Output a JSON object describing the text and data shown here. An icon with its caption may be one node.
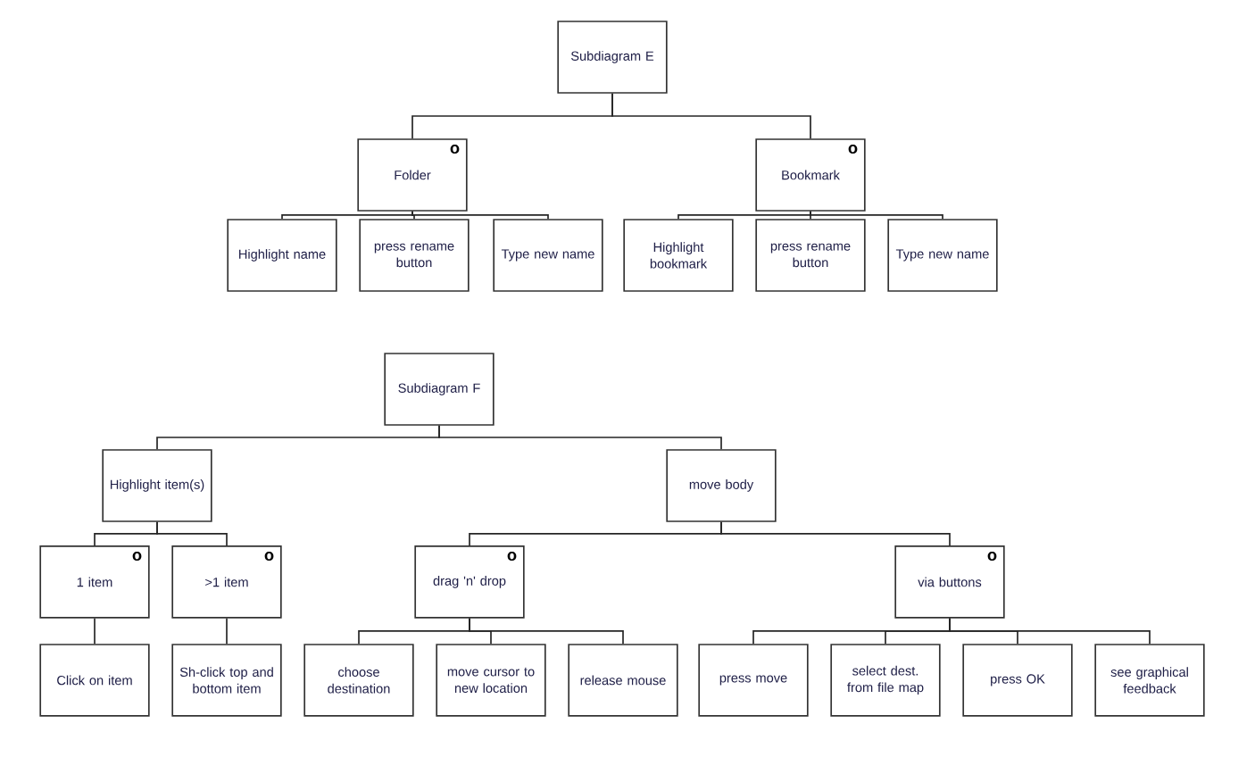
{
  "diagram": {
    "nodes": [
      {
        "text": [
          "Subdiagram E"
        ]
      },
      {
        "text": [
          "o",
          "Folder"
        ]
      },
      {
        "text": [
          "o",
          "Bookmark"
        ]
      },
      {
        "text": [
          "Highlight name"
        ]
      },
      {
        "text": [
          "press rename button"
        ]
      },
      {
        "text": [
          "Type new name"
        ]
      },
      {
        "text": [
          "Highlight bookmark"
        ]
      },
      {
        "text": [
          "press rename button"
        ]
      },
      {
        "text": [
          "Type new name"
        ]
      },
      {
        "text": [
          "Subdiagram F"
        ]
      },
      {
        "text": [
          "Highlight item(s)"
        ]
      },
      {
        "text": [
          "move body"
        ]
      },
      {
        "text": [
          "o",
          "1 item"
        ]
      },
      {
        "text": [
          "o",
          ">1 item"
        ]
      },
      {
        "text": [
          "o",
          "drag 'n' drop"
        ]
      },
      {
        "text": [
          "o",
          "via buttons"
        ]
      },
      {
        "text": [
          "Click on item"
        ]
      },
      {
        "text": [
          "Sh-click top and bottom item"
        ]
      },
      {
        "text": [
          "choose destination"
        ]
      },
      {
        "text": [
          "move cursor to new location"
        ]
      },
      {
        "text": [
          "release mouse"
        ]
      },
      {
        "text": [
          "press move"
        ]
      },
      {
        "text": [
          "select dest. from file map"
        ]
      },
      {
        "text": [
          "press OK"
        ]
      },
      {
        "text": [
          "see graphical feedback"
        ]
      }
    ],
    "edges": [
      {
        "from": 0,
        "to": 1,
        "arrow": "none"
      },
      {
        "from": 0,
        "to": 2,
        "arrow": "none"
      },
      {
        "from": 1,
        "to": 3,
        "arrow": "none"
      },
      {
        "from": 1,
        "to": 4,
        "arrow": "none"
      },
      {
        "from": 1,
        "to": 5,
        "arrow": "none"
      },
      {
        "from": 2,
        "to": 6,
        "arrow": "none"
      },
      {
        "from": 2,
        "to": 7,
        "arrow": "none"
      },
      {
        "from": 2,
        "to": 8,
        "arrow": "none"
      },
      {
        "from": 9,
        "to": 10,
        "arrow": "none"
      },
      {
        "from": 9,
        "to": 11,
        "arrow": "none"
      },
      {
        "from": 10,
        "to": 12,
        "arrow": "none"
      },
      {
        "from": 10,
        "to": 13,
        "arrow": "none"
      },
      {
        "from": 11,
        "to": 14,
        "arrow": "none"
      },
      {
        "from": 11,
        "to": 15,
        "arrow": "none"
      },
      {
        "from": 12,
        "to": 16,
        "arrow": "none"
      },
      {
        "from": 13,
        "to": 17,
        "arrow": "none"
      },
      {
        "from": 14,
        "to": 18,
        "arrow": "none"
      },
      {
        "from": 14,
        "to": 19,
        "arrow": "none"
      },
      {
        "from": 14,
        "to": 20,
        "arrow": "none"
      },
      {
        "from": 15,
        "to": 21,
        "arrow": "none"
      },
      {
        "from": 15,
        "to": 22,
        "arrow": "none"
      },
      {
        "from": 15,
        "to": 23,
        "arrow": "none"
      },
      {
        "from": 15,
        "to": 24,
        "arrow": "none"
      }
    ]
  }
}
